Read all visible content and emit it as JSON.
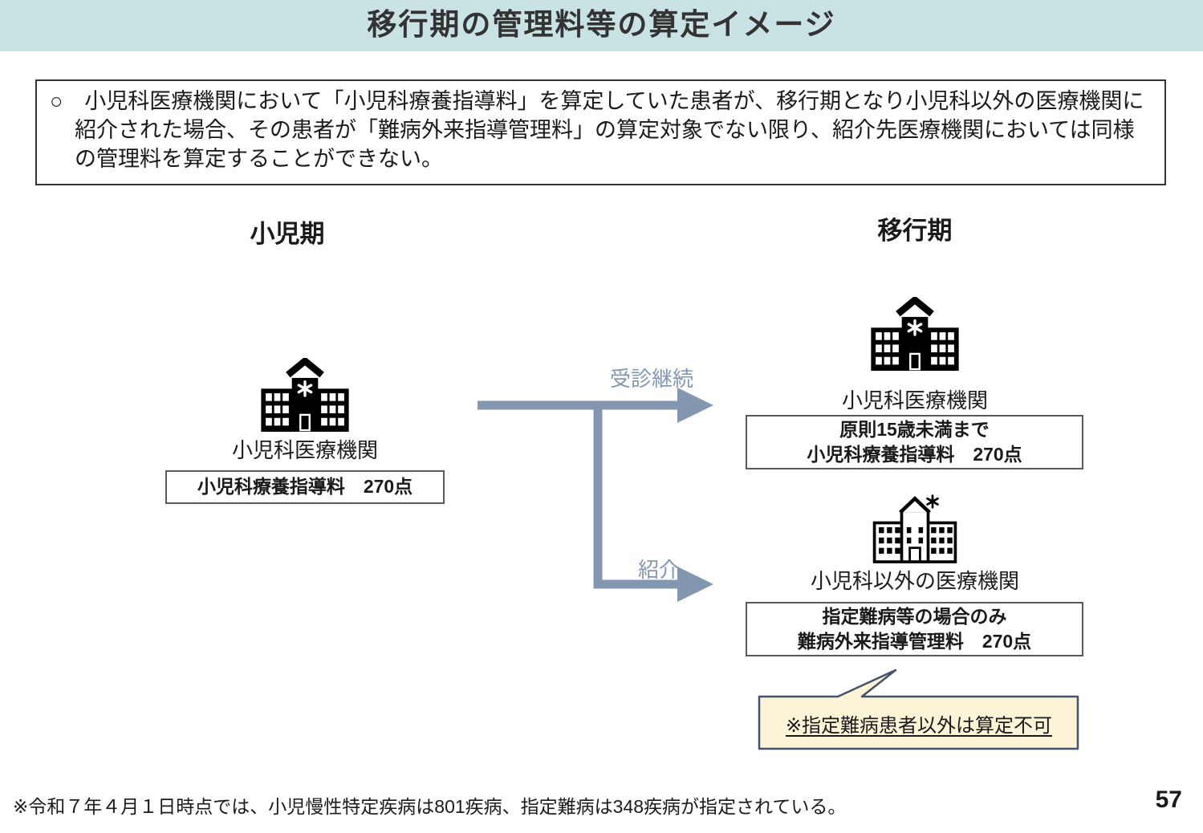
{
  "page": {
    "title": "移行期の管理料等の算定イメージ",
    "footnote": "※令和７年４月１日時点では、小児慢性特定疾病は801疾病、指定難病は348疾病が指定されている。",
    "page_number": "57"
  },
  "summary_box": {
    "text": "○　小児科医療機関において「小児科療養指導料」を算定していた患者が、移行期となり小児科以外の医療機関に紹介された場合、その患者が「難病外来指導管理料」の算定対象でない限り、紹介先医療機関においては同様の管理料を算定することができない。"
  },
  "diagram": {
    "left_phase_label": "小児期",
    "right_phase_label": "移行期",
    "source": {
      "name": "小児科医療機関",
      "fee": "小児科療養指導料　270点"
    },
    "arrows": {
      "continue_label": "受診継続",
      "referral_label": "紹介"
    },
    "destination_top": {
      "name": "小児科医療機関",
      "fee_line1": "原則15歳未満まで",
      "fee_line2": "小児科療養指導料　270点"
    },
    "destination_bottom": {
      "name": "小児科以外の医療機関",
      "fee_line1": "指定難病等の場合のみ",
      "fee_line2": "難病外来指導管理料　270点"
    },
    "callout": {
      "text": "※指定難病患者以外は算定不可"
    }
  },
  "colors": {
    "header_band": "#c9e3e4",
    "arrow": "#8497b0",
    "callout_background": "#fdf4d8",
    "callout_border": "#44536a",
    "box_border": "#595959",
    "text": "#262626"
  }
}
